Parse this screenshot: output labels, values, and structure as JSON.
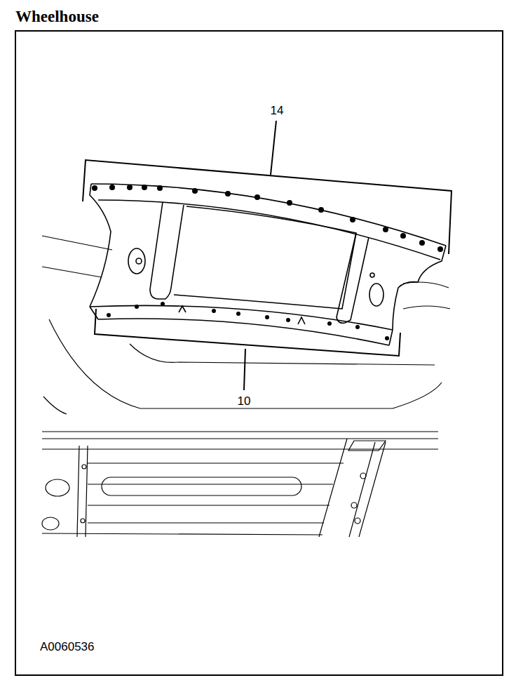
{
  "diagram": {
    "title": "Wheelhouse",
    "labels": [
      "14",
      "10",
      "A0060536"
    ]
  }
}
